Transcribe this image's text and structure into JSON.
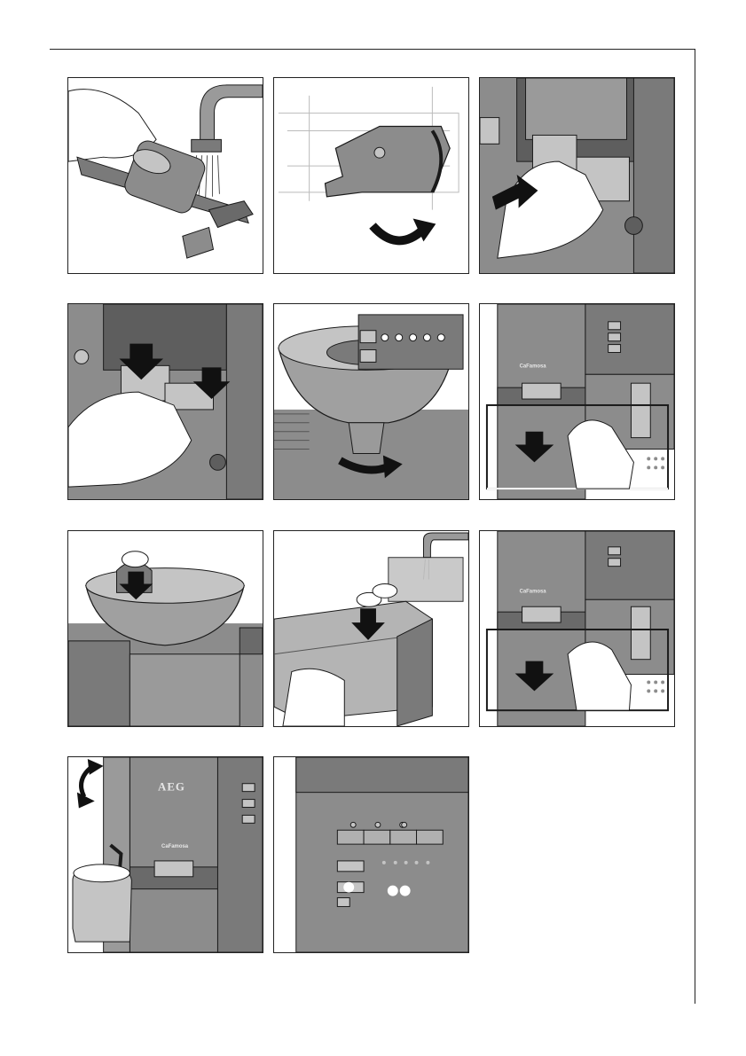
{
  "page": {
    "brand_logo": "AEG",
    "product_label": "CaFamosa"
  },
  "illustrations": [
    {
      "id": "rinse-brew-unit",
      "icon": "tap-water-icon"
    },
    {
      "id": "rotate-brew-unit",
      "icon": "rotate-arrow-icon"
    },
    {
      "id": "insert-brew-unit",
      "icon": "push-arrow-icon"
    },
    {
      "id": "press-brew-unit",
      "icon": "down-arrow-icon"
    },
    {
      "id": "turn-bean-container",
      "icon": "rotate-arrow-icon"
    },
    {
      "id": "open-service-door",
      "icon": "down-arrow-icon"
    },
    {
      "id": "insert-cleaning-tablet",
      "icon": "tablet-icon"
    },
    {
      "id": "fill-water-tank-tablets",
      "icon": "tablet-icon"
    },
    {
      "id": "close-service-door",
      "icon": "down-arrow-icon"
    },
    {
      "id": "steam-nozzle-jug",
      "icon": "rotate-arrow-icon"
    },
    {
      "id": "control-panel-lights",
      "icon": "indicator-light-icon"
    }
  ],
  "colors": {
    "machine": "#8c8c8c",
    "machine_dark": "#5e5e5e",
    "machine_light": "#c4c4c4",
    "outline": "#1a1a1a",
    "arrow": "#111111"
  }
}
